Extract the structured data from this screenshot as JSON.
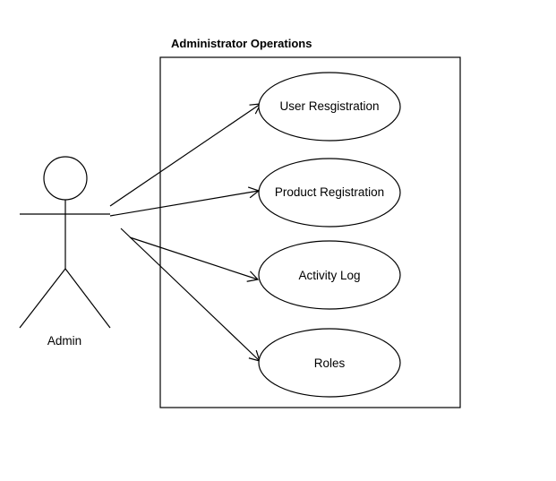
{
  "system": {
    "title": "Administrator Operations"
  },
  "actor": {
    "name": "Admin"
  },
  "use_cases": [
    {
      "label": "User Resgistration"
    },
    {
      "label": "Product Registration"
    },
    {
      "label": "Activity Log"
    },
    {
      "label": "Roles"
    }
  ],
  "colors": {
    "stroke": "#000000",
    "background": "#ffffff"
  }
}
